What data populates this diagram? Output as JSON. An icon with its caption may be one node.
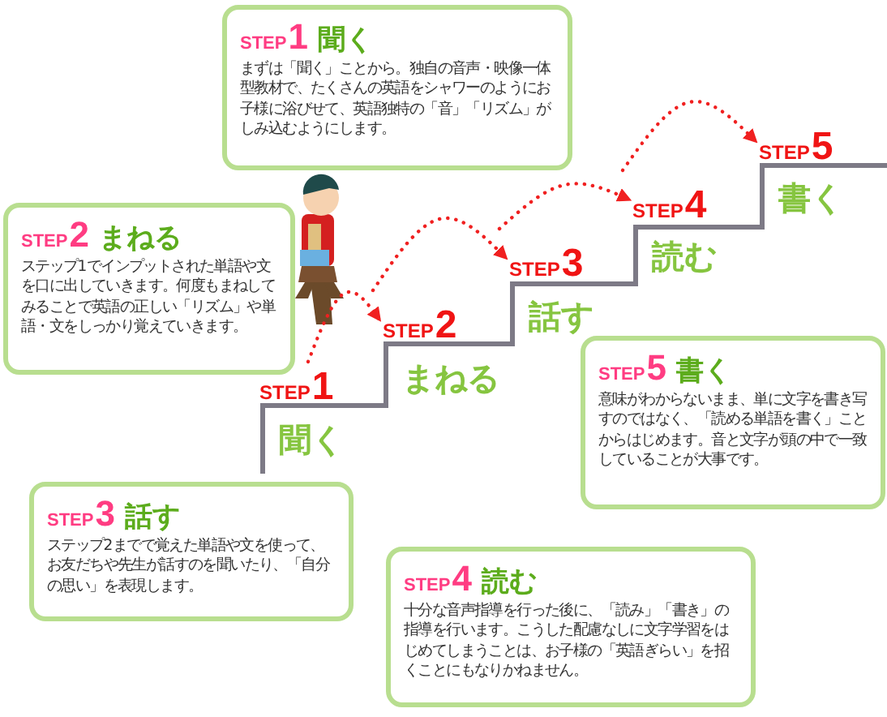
{
  "diagram": {
    "nodes": [
      {
        "text": [
          "STEP",
          "1",
          "聞く",
          "まずは「聞く」ことから。独自の音声・映像一体型教材で、たくさんの英語をシャワーのようにお子様に浴びせて、英語独特の「音」「リズム」がしみ込むようにします。"
        ]
      },
      {
        "text": [
          "STEP",
          "2",
          "まねる",
          "ステップ1でインプットされた単語や文を口に出していきます。何度もまねしてみることで英語の正しい「リズム」や単語・文をしっかり覚えていきます。"
        ]
      },
      {
        "text": [
          "STEP",
          "3",
          "話す",
          "ステップ2までで覚えた単語や文を使って、お友だちや先生が話すのを聞いたり、「自分の思い」を表現します。"
        ]
      },
      {
        "text": [
          "STEP",
          "4",
          "読む",
          "十分な音声指導を行った後に、「読み」「書き」の指導を行います。こうした配慮なしに文字学習をはじめてしまうことは、お子様の「英語ぎらい」を招くことにもなりかねません。"
        ]
      },
      {
        "text": [
          "STEP",
          "5",
          "書く",
          "意味がわからないまま、単に文字を書き写すのではなく、「読める単語を書く」ことからはじめます。音と文字が頭の中で一致していることが大事です。"
        ]
      },
      {
        "text": [
          "STEP",
          "1",
          "聞く"
        ]
      },
      {
        "text": [
          "STEP",
          "2",
          "まねる"
        ]
      },
      {
        "text": [
          "STEP",
          "3",
          "話す"
        ]
      },
      {
        "text": [
          "STEP",
          "4",
          "読む"
        ]
      },
      {
        "text": [
          "STEP",
          "5",
          "書く"
        ]
      }
    ],
    "edges": [
      {
        "from": 5,
        "to": 6,
        "arrow": "to",
        "style": "dashed"
      },
      {
        "from": 6,
        "to": 7,
        "arrow": "to",
        "style": "dashed"
      },
      {
        "from": 7,
        "to": 8,
        "arrow": "to",
        "style": "dashed"
      },
      {
        "from": 8,
        "to": 9,
        "arrow": "to",
        "style": "dashed"
      }
    ]
  }
}
